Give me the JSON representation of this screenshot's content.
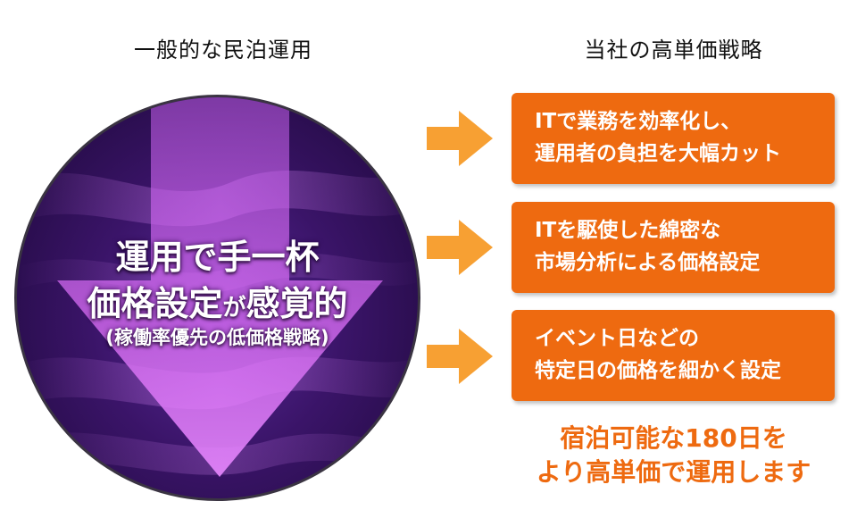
{
  "headings": {
    "left": "一般的な民泊運用",
    "right": "当社の高単価戦略"
  },
  "circle": {
    "line1": "運用で手一杯",
    "line2_main": "価格設定",
    "line2_small": "が",
    "line2_end": "感覚的",
    "line3": "(稼働率優先の低価格戦略)"
  },
  "strategies": [
    {
      "line1": "ITで業務を効率化し、",
      "line2": "運用者の負担を大幅カット"
    },
    {
      "line1": "ITを駆使した綿密な",
      "line2": "市場分析による価格設定"
    },
    {
      "line1": "イベント日などの",
      "line2": "特定日の価格を細かく設定"
    }
  ],
  "conclusion": {
    "line1": "宿泊可能な180日を",
    "line2": "より高単価で運用します"
  },
  "colors": {
    "accent_orange": "#ee6a10",
    "arrow_orange": "#f7a033",
    "circle_purple": "#3a1468"
  }
}
